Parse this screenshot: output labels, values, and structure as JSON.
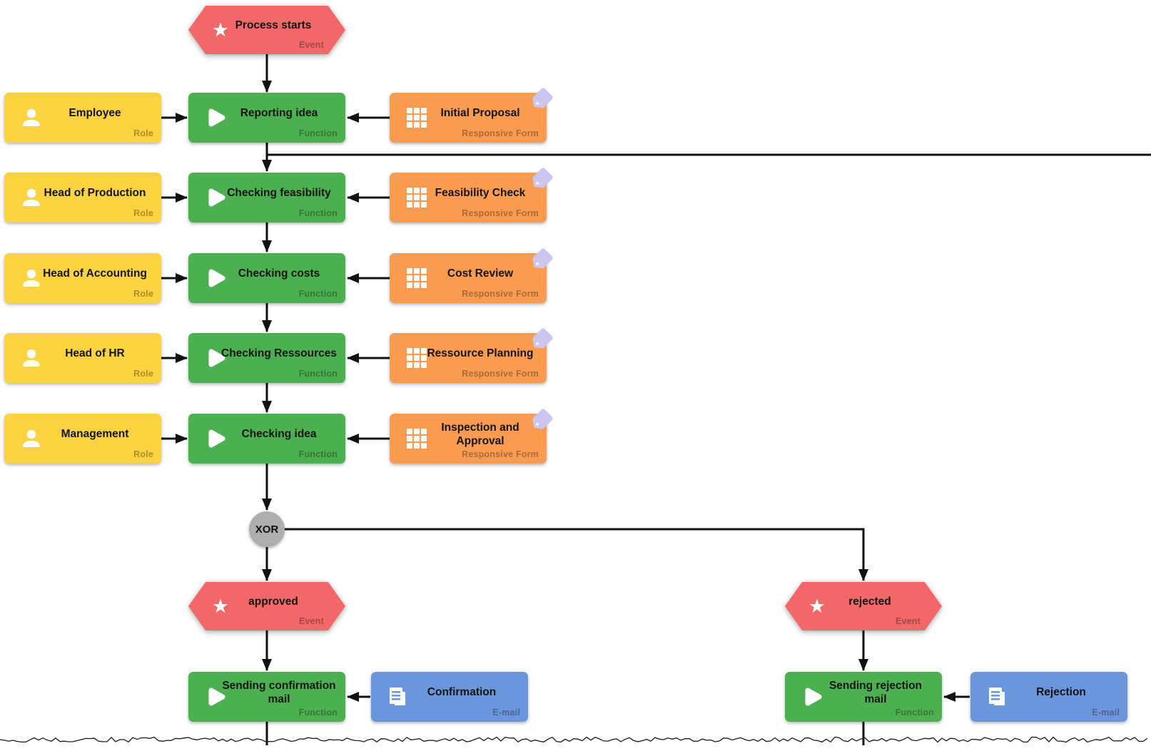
{
  "colors": {
    "event": "#F26868",
    "role": "#FBD23F",
    "function": "#4CAF50",
    "form": "#F99B51",
    "email": "#6C96DC",
    "gateway": "#AEAEAE",
    "tag": "#CDC5F1",
    "line": "#111111"
  },
  "type_labels": {
    "event": "Event",
    "role": "Role",
    "function": "Function",
    "form": "Responsive Form",
    "email": "E-mail"
  },
  "icons": {
    "event": "star-icon",
    "role": "person-icon",
    "function": "play-icon",
    "form": "grid-icon",
    "email": "document-icon",
    "form_corner": "tag-icon"
  },
  "gateway": {
    "label": "XOR"
  },
  "events": {
    "start": "Process starts",
    "approved": "approved",
    "rejected": "rejected"
  },
  "main_rows": [
    {
      "role": "Employee",
      "function": "Reporting idea",
      "form": "Initial Proposal"
    },
    {
      "role": "Head of Production",
      "function": "Checking feasibility",
      "form": "Feasibility Check"
    },
    {
      "role": "Head of Accounting",
      "function": "Checking costs",
      "form": "Cost Review"
    },
    {
      "role": "Head of HR",
      "function": "Checking Ressources",
      "form": "Ressource Planning"
    },
    {
      "role": "Management",
      "function": "Checking idea",
      "form": "Inspection and Approval"
    }
  ],
  "approved_branch": {
    "function": "Sending confirmation mail",
    "email": "Confirmation"
  },
  "rejected_branch": {
    "function": "Sending rejection mail",
    "email": "Rejection"
  }
}
